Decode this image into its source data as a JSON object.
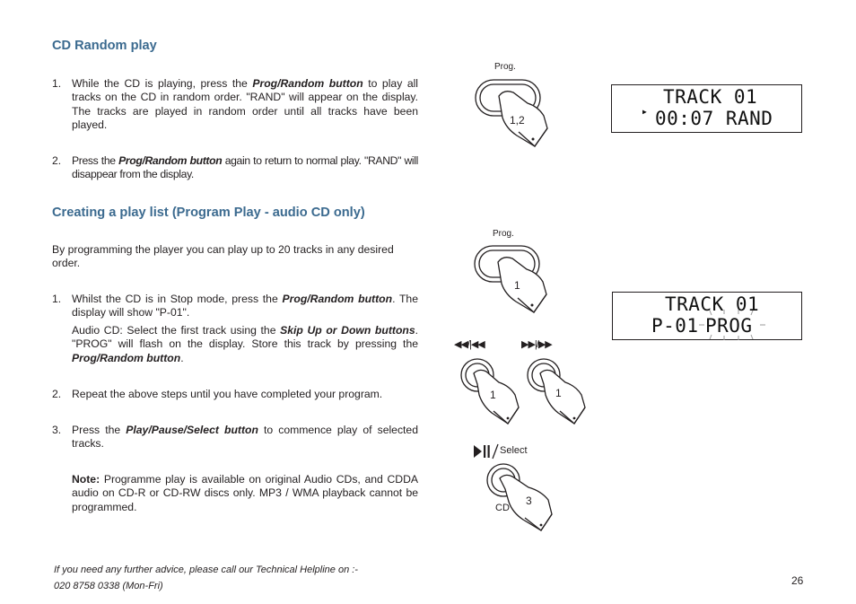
{
  "section1": {
    "heading": "CD Random play",
    "steps": [
      {
        "num": "1.",
        "pre": "While the CD is playing, press the ",
        "bold": "Prog/Random button",
        "post": " to play all tracks on the CD in random order. \"RAND\" will appear on the display. The tracks are played in random order until all tracks have been played."
      },
      {
        "num": "2.",
        "pre": "Press the ",
        "bold": "Prog/Random button",
        "post": " again to return to normal play. \"RAND\" will disappear from the display."
      }
    ]
  },
  "section2": {
    "heading": "Creating a play list (Program Play - audio CD only)",
    "intro": "By programming the player you can play up to 20 tracks in any desired order.",
    "step1": {
      "num": "1.",
      "pre": "Whilst the CD is in Stop mode, press the ",
      "bold": "Prog/Random button",
      "post": ". The display will show \"P-01\"."
    },
    "step1b": {
      "pre": "Audio CD: Select the first track using the ",
      "bold": "Skip Up or Down buttons",
      "mid": ". \"PROG\" will flash on the display. Store this track by pressing the ",
      "bold2": "Prog/Random button",
      "post": "."
    },
    "step2": {
      "num": "2.",
      "text": "Repeat the above steps until you have completed your program."
    },
    "step3": {
      "num": "3.",
      "pre": "Press the ",
      "bold": "Play/Pause/Select button",
      "post": " to commence play of selected tracks."
    },
    "note": {
      "label": "Note:",
      "text": " Programme play is available on original Audio CDs, and CDDA audio on CD-R or CD-RW discs only. MP3 / WMA playback cannot be programmed."
    }
  },
  "footer": {
    "line1": "If you need any further advice, please call our Technical Helpline on :-",
    "line2": "020 8758 0338 (Mon-Fri)",
    "page_number": "26"
  },
  "illustrations": {
    "prog_label_1": "Prog.",
    "hand_num_1": "1,2",
    "lcd1": {
      "line1": "TRACK 01",
      "line2": "00:07 RAND"
    },
    "prog_label_2": "Prog.",
    "hand_num_2": "1",
    "skip_down_label": "◀◀/|◀◀",
    "skip_up_label": "▶▶|/▶▶",
    "hand_num_3": "1",
    "hand_num_4": "1",
    "lcd2": {
      "line1": "TRACK 01",
      "line2_a": "P-01",
      "line2_b": "PROG"
    },
    "select_label": "Select",
    "cd_label": "CD",
    "hand_num_5": "3"
  }
}
